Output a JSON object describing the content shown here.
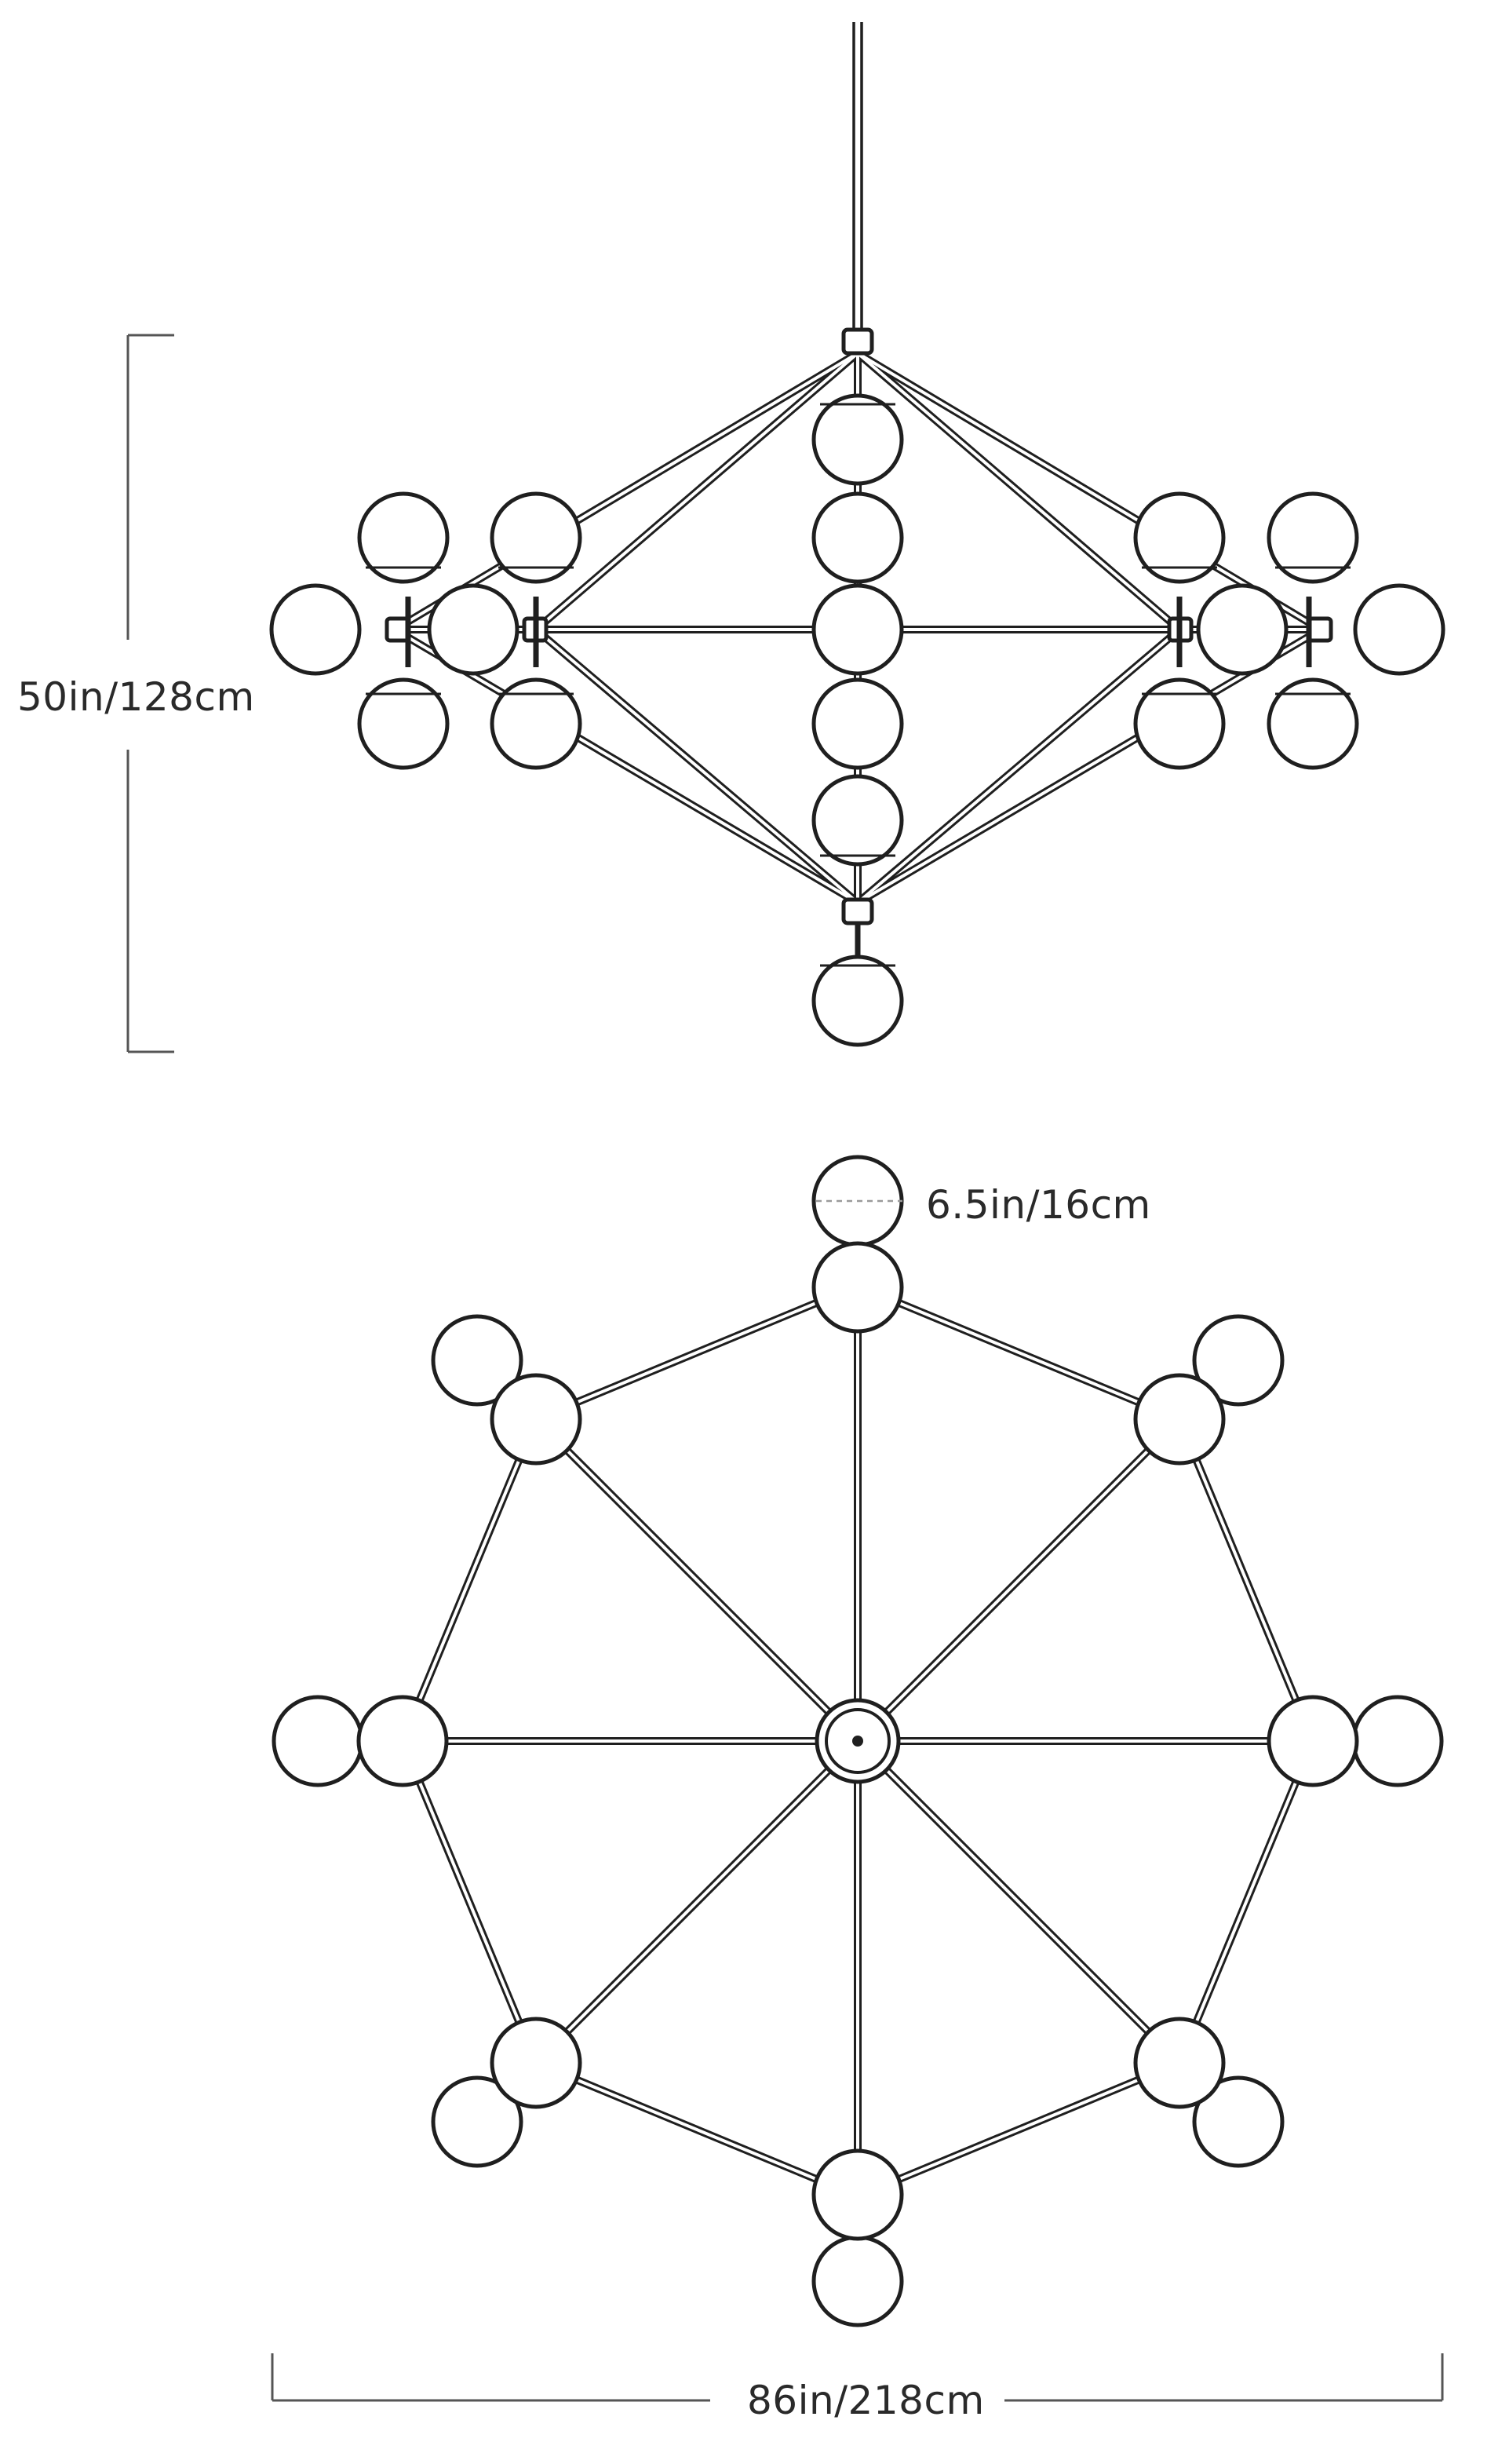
{
  "dimensions": {
    "height_label": "50in/128cm",
    "width_label": "86in/218cm",
    "globe_label": "6.5in/16cm"
  },
  "colors": {
    "line": "#1f1f1f",
    "globe_fill": "#ffffff",
    "dimension_line": "#555555",
    "dashed_line": "#9a9a9a"
  }
}
